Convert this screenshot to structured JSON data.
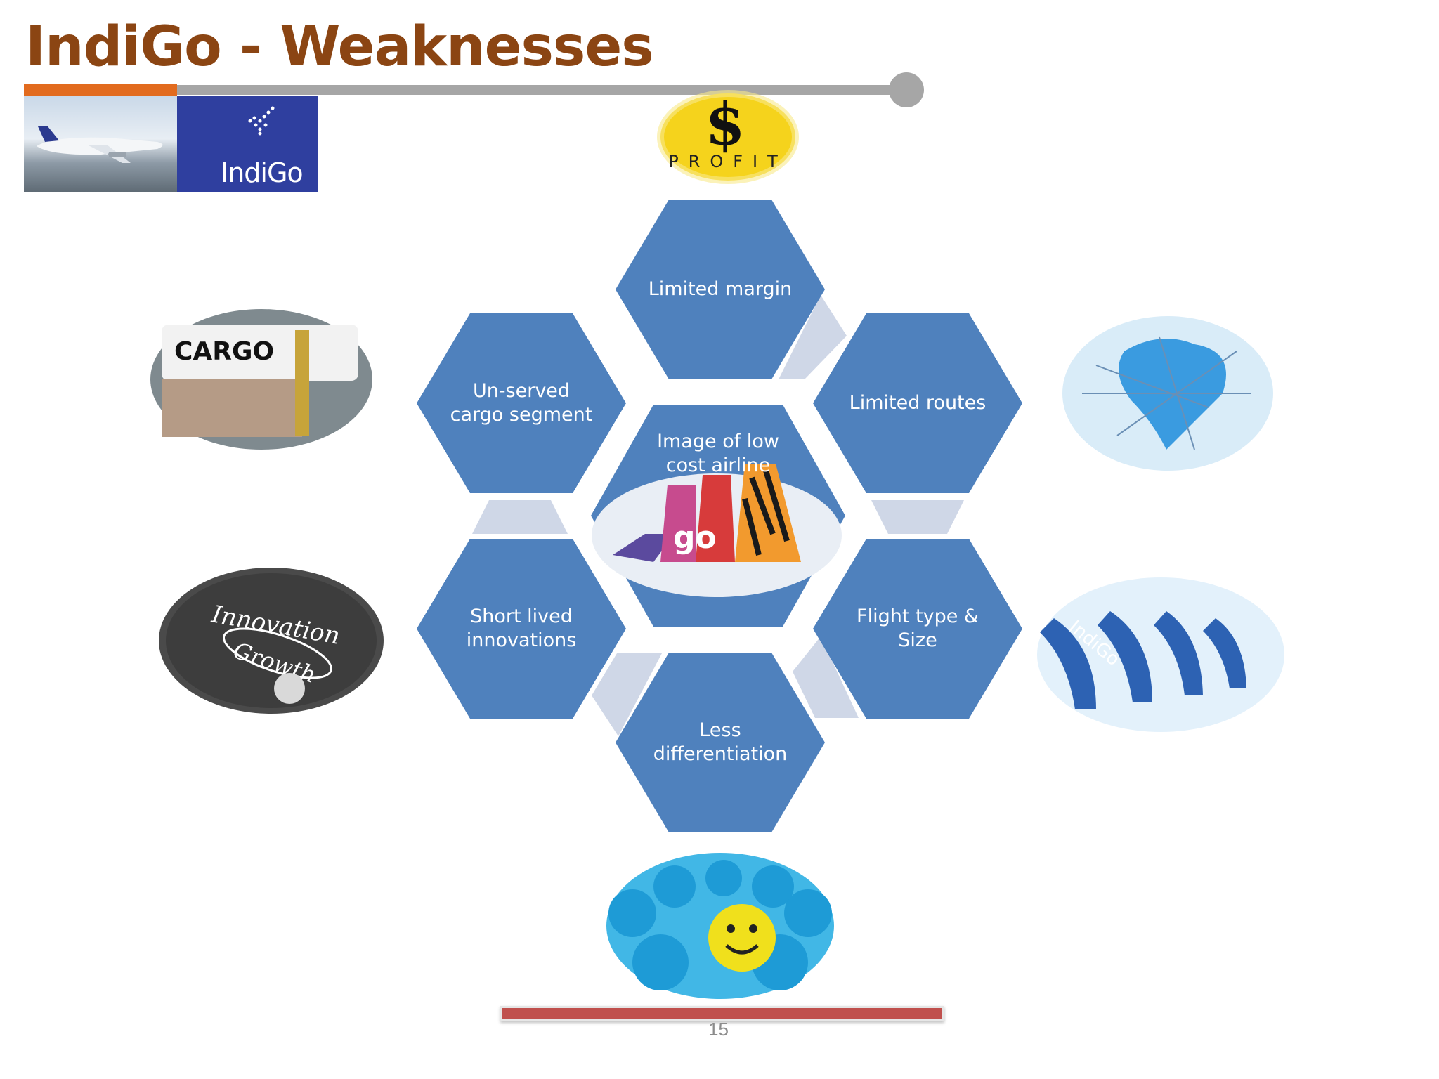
{
  "title": "IndiGo - Weaknesses",
  "logo": {
    "text": "IndiGo"
  },
  "center": {
    "label": "Image of low\ncost airline"
  },
  "hexagons": [
    {
      "key": "top",
      "label": "Limited margin"
    },
    {
      "key": "upper-right",
      "label": "Limited routes"
    },
    {
      "key": "lower-right",
      "label": "Flight type &\nSize"
    },
    {
      "key": "bottom",
      "label": "Less\ndifferentiation"
    },
    {
      "key": "lower-left",
      "label": "Short lived\ninnovations"
    },
    {
      "key": "upper-left",
      "label": "Un-served\ncargo segment"
    }
  ],
  "images": {
    "profit": {
      "symbol": "$",
      "word": "PROFIT"
    },
    "cargo": {
      "word": "CARGO"
    },
    "innovation": {
      "word1": "Innovation",
      "word2": "Growth"
    },
    "fleet": {
      "word": "IndiGo"
    },
    "airline_tails": {
      "word": "go"
    }
  },
  "colors": {
    "title": "#8B4513",
    "accent": "#E26B1E",
    "hexagon": "#4F81BD",
    "connector": "#CFD7E7",
    "footer_bar": "#C0504D"
  },
  "page_number": "15"
}
